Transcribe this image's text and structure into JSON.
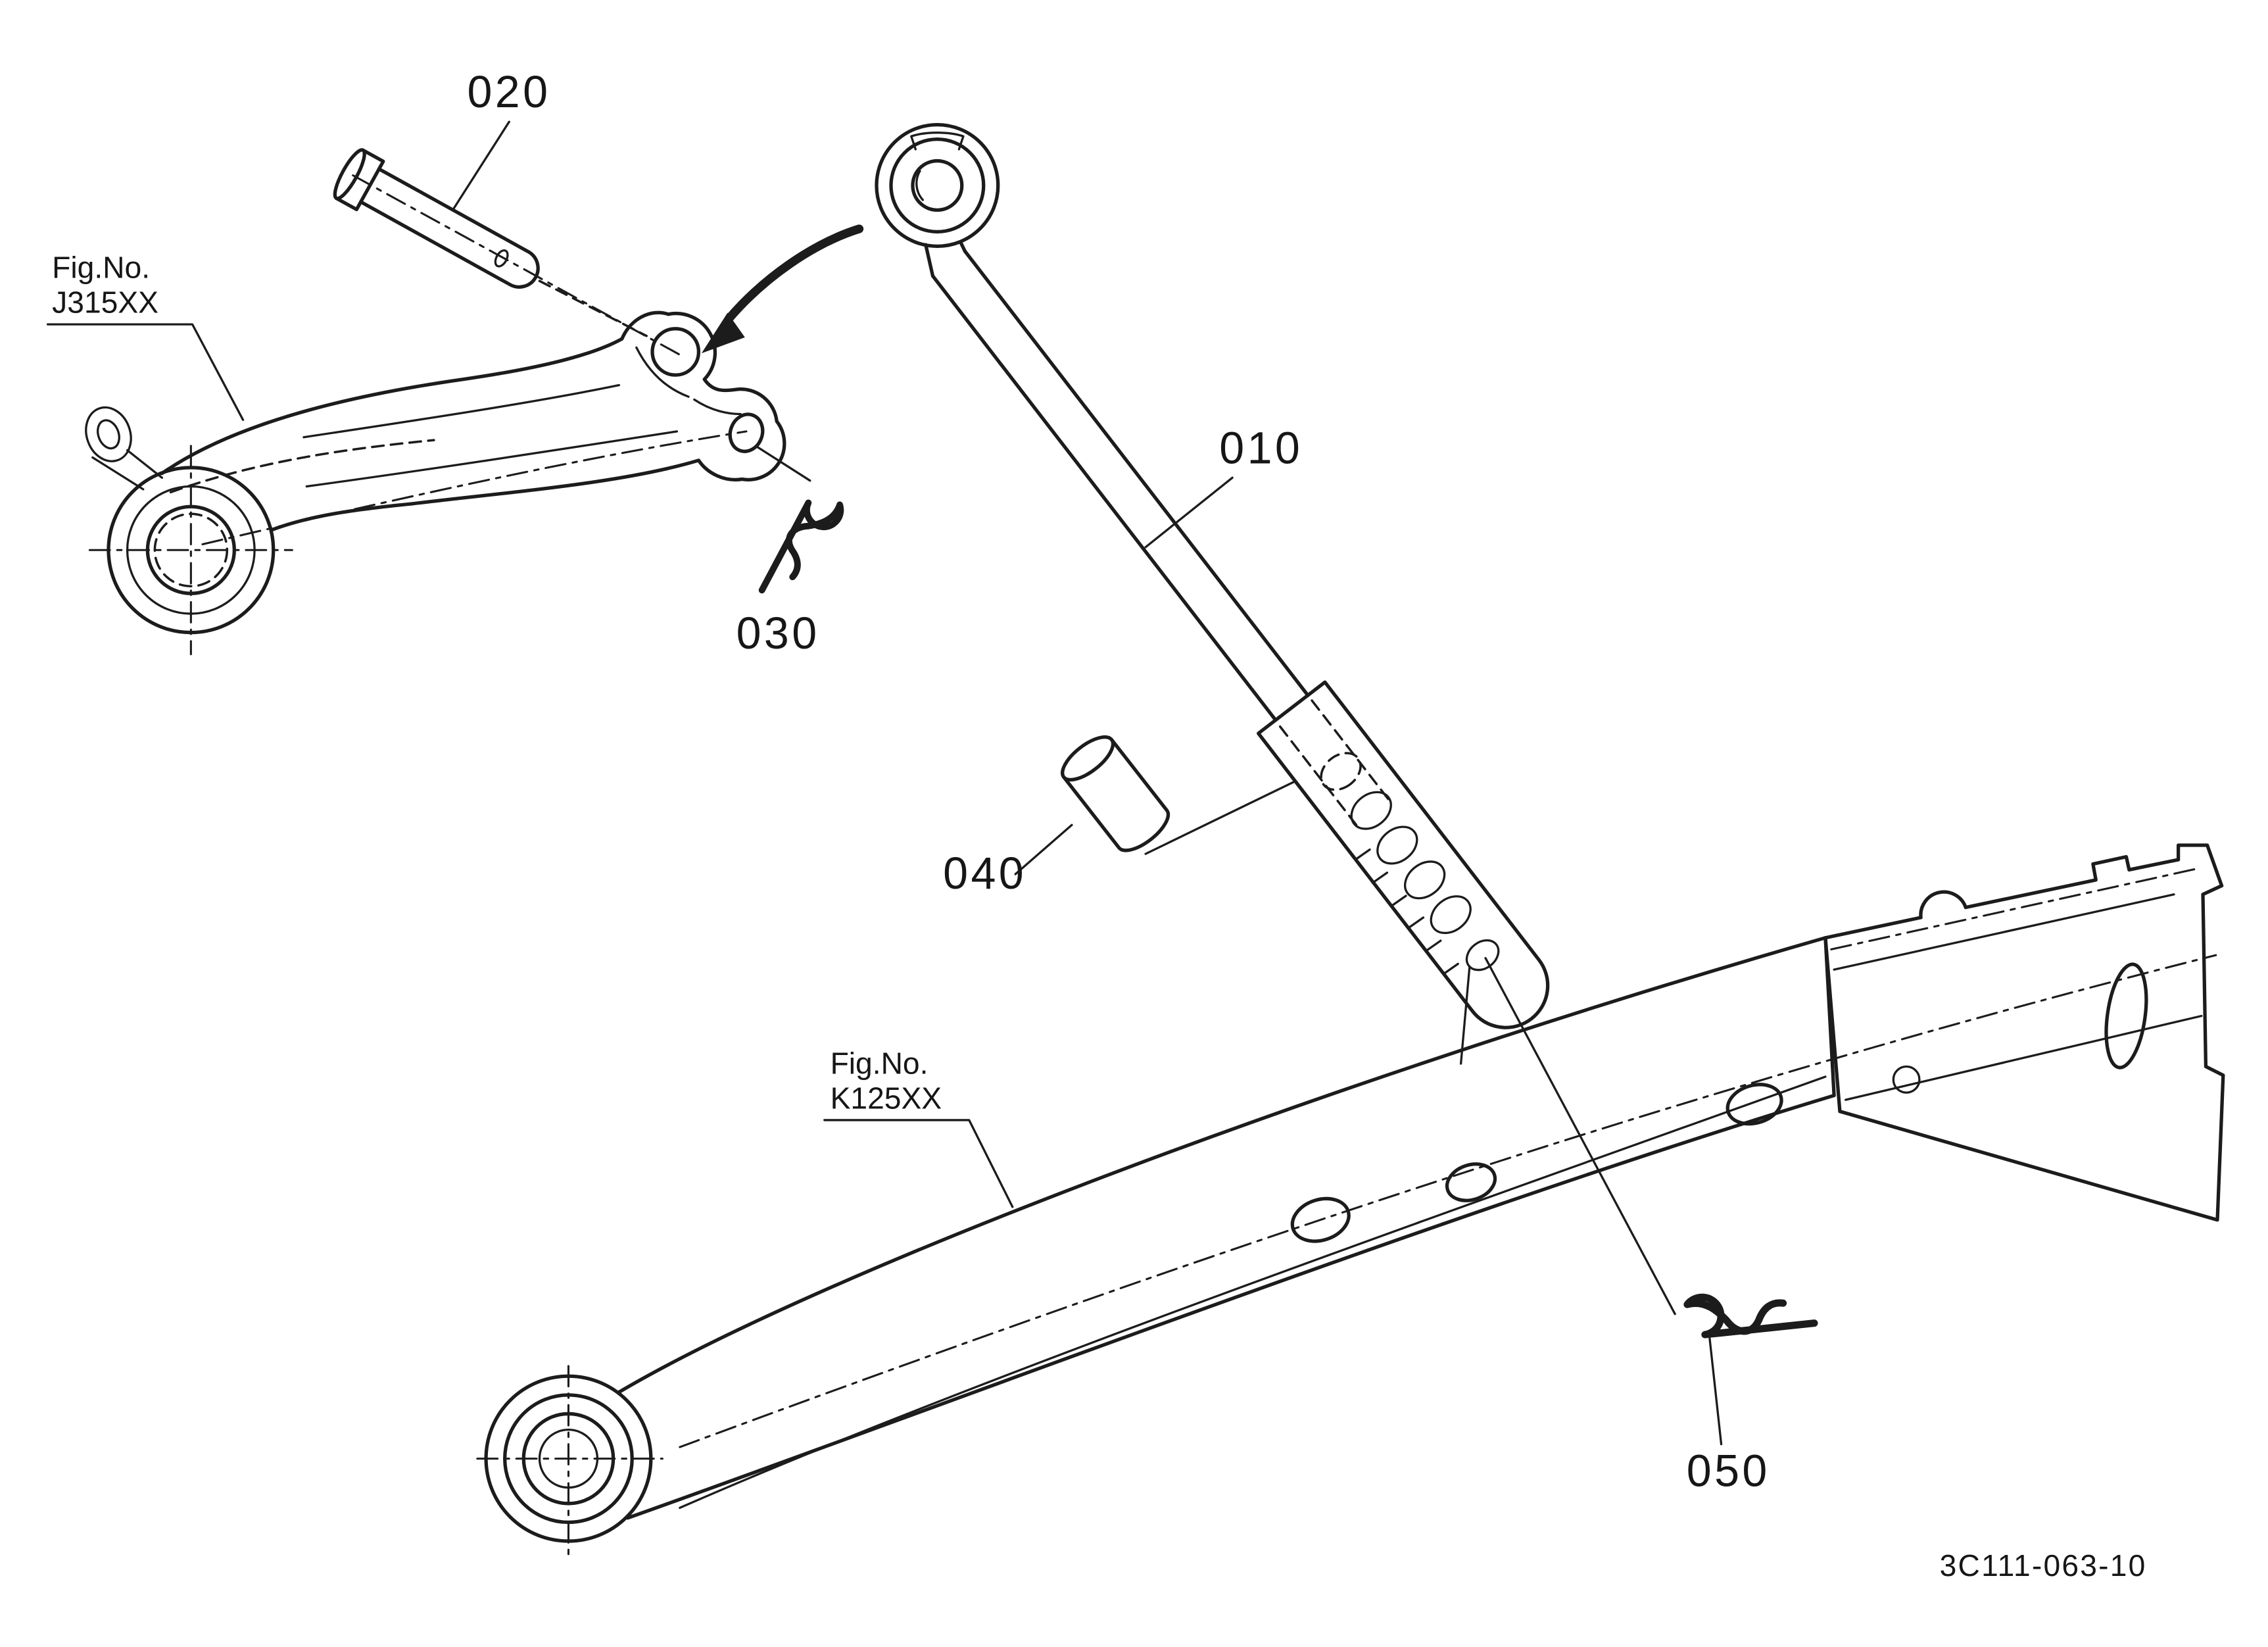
{
  "page": {
    "background": "#ffffff",
    "line_color": "#1c1c1c",
    "drawing_number": "3C111-063-10"
  },
  "callouts": {
    "010": "010",
    "020": "020",
    "030": "030",
    "040": "040",
    "050": "050"
  },
  "figure_refs": {
    "j315": {
      "label": "Fig.No.",
      "number": "J315XX"
    },
    "k125": {
      "label": "Fig.No.",
      "number": "K125XX"
    }
  }
}
